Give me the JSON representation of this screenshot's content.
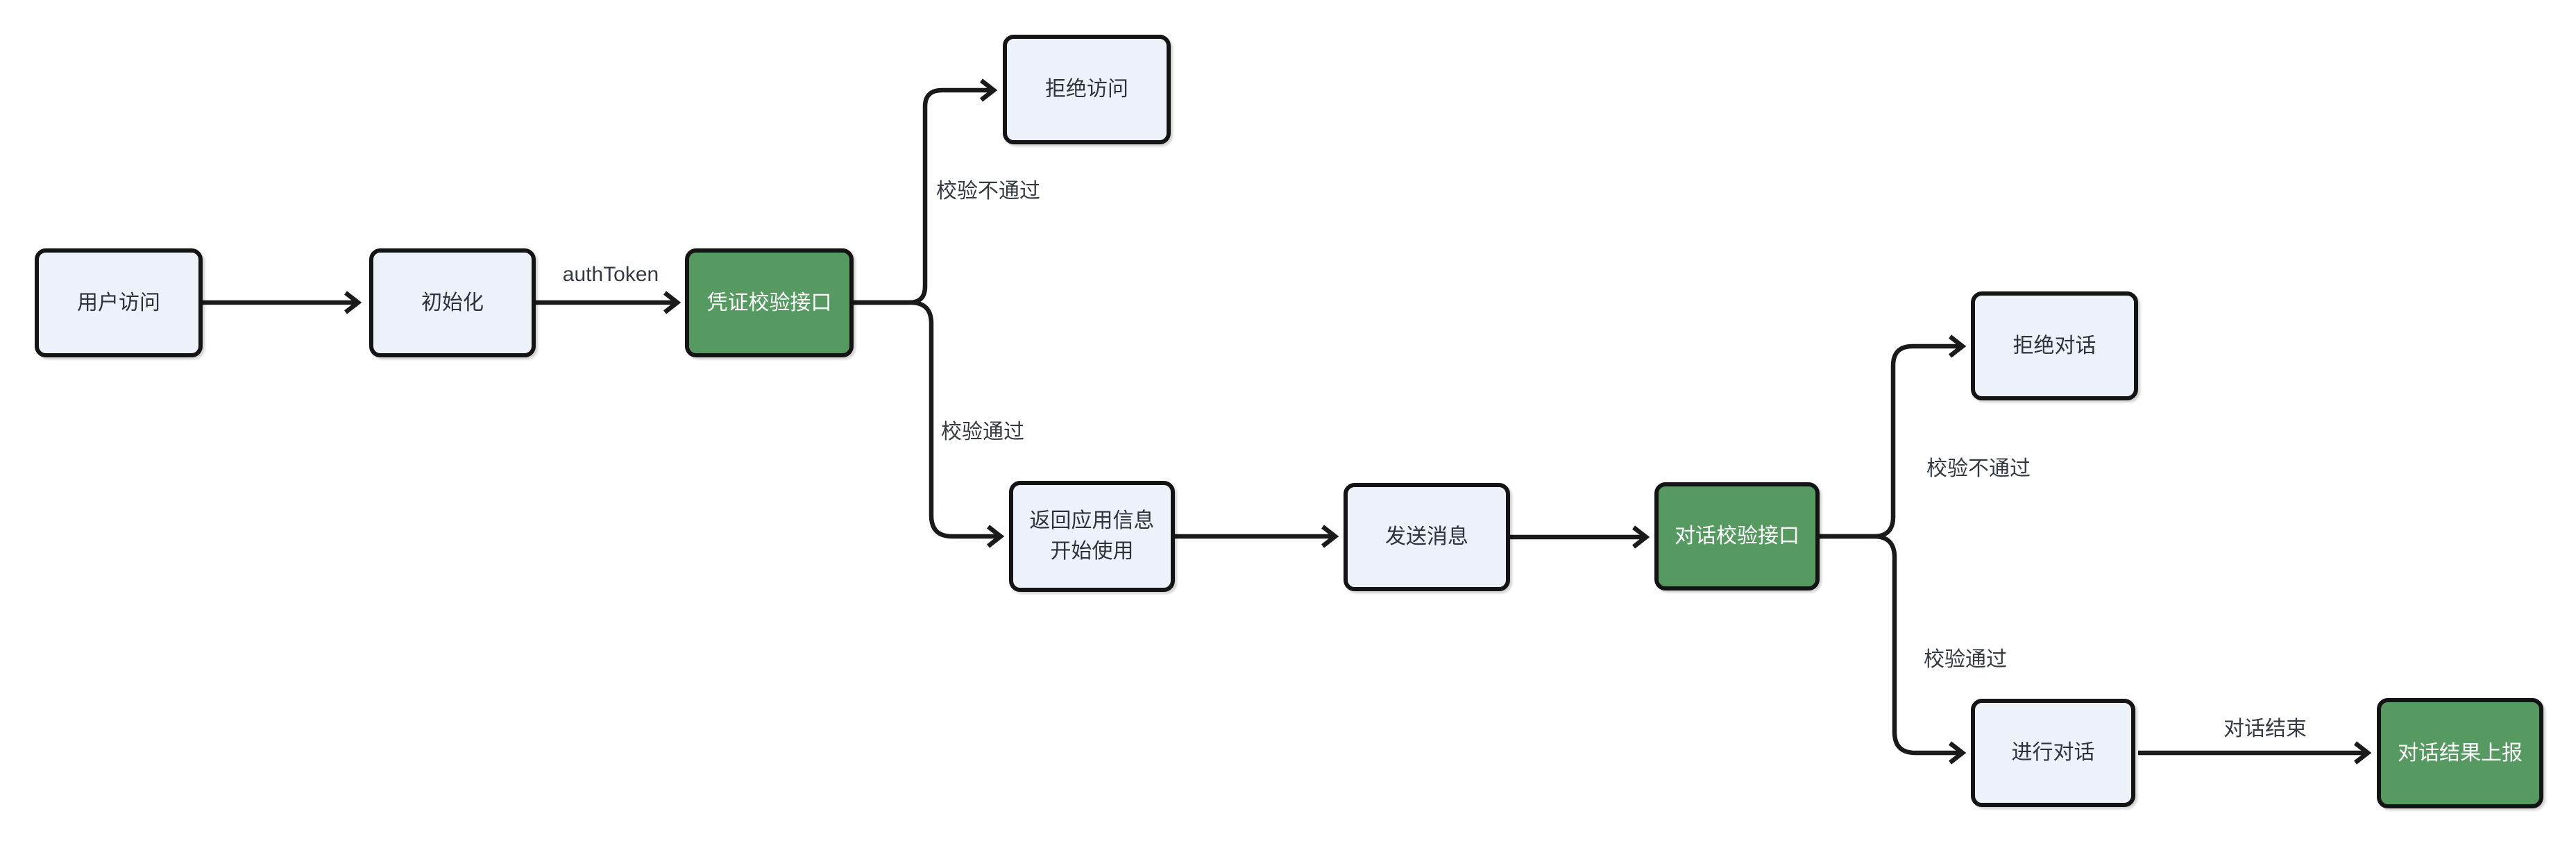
{
  "diagram": {
    "background_color": "#ffffff",
    "colors": {
      "node_fill": "#edf1fa",
      "node_green_fill": "#569a62",
      "node_border": "#141414",
      "edge_line": "#1a1a1a",
      "node_text_dark": "#2e323a",
      "node_text_light": "#ffffff",
      "edge_label_text": "#333a42"
    },
    "nodes": [
      {
        "id": "user-access",
        "label": "用户访问",
        "type": "default"
      },
      {
        "id": "init",
        "label": "初始化",
        "type": "default"
      },
      {
        "id": "credential-check-api",
        "label": "凭证校验接口",
        "type": "green"
      },
      {
        "id": "deny-access",
        "label": "拒绝访问",
        "type": "default"
      },
      {
        "id": "return-app-info",
        "label": "返回应用信息\n开始使用",
        "type": "default"
      },
      {
        "id": "send-message",
        "label": "发送消息",
        "type": "default"
      },
      {
        "id": "dialog-check-api",
        "label": "对话校验接口",
        "type": "green"
      },
      {
        "id": "deny-dialog",
        "label": "拒绝对话",
        "type": "default"
      },
      {
        "id": "conduct-dialog",
        "label": "进行对话",
        "type": "default"
      },
      {
        "id": "report-dialog-result",
        "label": "对话结果上报",
        "type": "green"
      }
    ],
    "edges": [
      {
        "from": "用户访问",
        "to": "初始化",
        "label": ""
      },
      {
        "from": "初始化",
        "to": "凭证校验接口",
        "label": "authToken"
      },
      {
        "from": "凭证校验接口",
        "to": "拒绝访问",
        "label": "校验不通过"
      },
      {
        "from": "凭证校验接口",
        "to": "返回应用信息开始使用",
        "label": "校验通过"
      },
      {
        "from": "返回应用信息开始使用",
        "to": "发送消息",
        "label": ""
      },
      {
        "from": "发送消息",
        "to": "对话校验接口",
        "label": ""
      },
      {
        "from": "对话校验接口",
        "to": "拒绝对话",
        "label": "校验不通过"
      },
      {
        "from": "对话校验接口",
        "to": "进行对话",
        "label": "校验通过"
      },
      {
        "from": "进行对话",
        "to": "对话结果上报",
        "label": "对话结束"
      }
    ]
  }
}
